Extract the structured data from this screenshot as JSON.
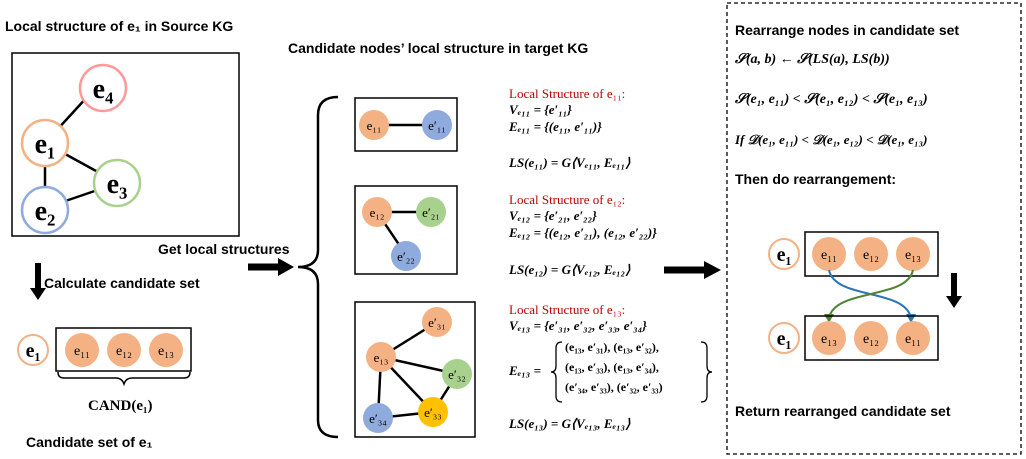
{
  "left": {
    "title": "Local structure of e₁ in Source KG",
    "source_nodes": [
      "e₁",
      "e₂",
      "e₃",
      "e₄"
    ],
    "calc_label": "Calculate candidate set",
    "anchor_node": "e₁",
    "cand_nodes": [
      "e₁₁",
      "e₁₂",
      "e₁₃"
    ],
    "cand_label": "CAND(e₁)",
    "caption": "Candidate set of e₁"
  },
  "middle": {
    "title": "Candidate nodes’ local structure in target KG",
    "get_label": "Get local structures",
    "graph1": [
      "e₁₁",
      "e′₁₁"
    ],
    "graph2": [
      "e₁₂",
      "e′₂₁",
      "e′₂₂"
    ],
    "graph3": [
      "e₁₃",
      "e′₃₁",
      "e′₃₂",
      "e′₃₃",
      "e′₃₄"
    ]
  },
  "structures": [
    {
      "heading": "Local Structure of e₁₁:",
      "V": "Vₑ₁₁ = {e′₁₁}",
      "E": "Eₑ₁₁ = {(e₁₁, e′₁₁)}",
      "LS": "LS(e₁₁) = G⟨Vₑ₁₁, Eₑ₁₁⟩"
    },
    {
      "heading": "Local Structure of e₁₂:",
      "V": "Vₑ₁₂ = {e′₂₁, e′₂₂}",
      "E": "Eₑ₁₂ = {(e₁₂, e′₂₁), (e₁₂, e′₂₂)}",
      "LS": "LS(e₁₂) = G⟨Vₑ₁₂, Eₑ₁₂⟩"
    },
    {
      "heading": "Local Structure of e₁₃:",
      "V": "Vₑ₁₃ = {e′₃₁, e′₃₂, e′₃₃, e′₃₄}",
      "E_prefix": "Eₑ₁₃ =",
      "E_rows": [
        "(e₁₃, e′₃₁), (e₁₃, e′₃₂),",
        "(e₁₃, e′₃₃), (e₁₃, e′₃₄),",
        "(e′₃₄, e′₃₃), (e′₃₂, e′₃₃)"
      ],
      "LS": "LS(e₁₃) = G⟨Vₑ₁₃, Eₑ₁₃⟩"
    }
  ],
  "right": {
    "title": "Rearrange nodes in candidate set",
    "line1": "𝒮(a, b) ← 𝒮(LS(a), LS(b))",
    "line2": "𝒮(e₁, e₁₁) < 𝒮(e₁, e₁₂) < 𝒮(e₁, e₁₃)",
    "line3": "If 𝒟(e₁, e₁₁) < 𝒟(e₁, e₁₂) < 𝒟(e₁, e₁₃)",
    "then": "Then do rearrangement:",
    "anchor": "e₁",
    "before": [
      "e₁₁",
      "e₁₂",
      "e₁₃"
    ],
    "after": [
      "e₁₃",
      "e₁₂",
      "e₁₁"
    ],
    "footer": "Return rearranged candidate set"
  },
  "colors": {
    "orange": "#f4b183",
    "blue": "#8faadc",
    "green": "#a9d18e",
    "pink": "#ff9999",
    "gold": "#ffc000",
    "arrow_blue": "#2e75b6",
    "arrow_green": "#548235",
    "heading_red": "#c00000"
  }
}
